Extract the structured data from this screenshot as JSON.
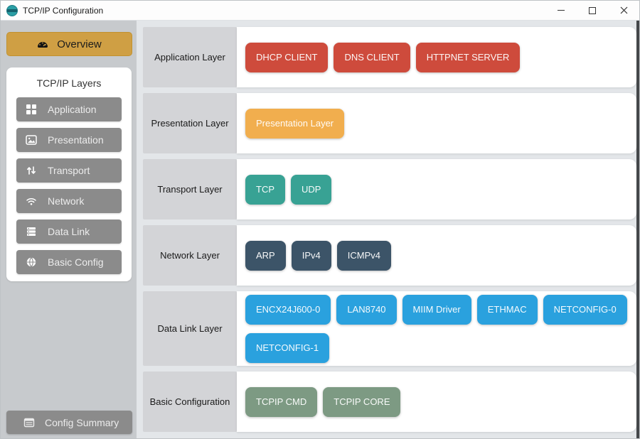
{
  "window": {
    "title": "TCP/IP Configuration",
    "controls": [
      "minimize-icon",
      "maximize-icon",
      "close-icon"
    ]
  },
  "sidebar": {
    "overview_label": "Overview",
    "overview_icon": "tachometer-icon",
    "overview_color": "#cf9f44",
    "layers_title": "TCP/IP Layers",
    "items": [
      {
        "label": "Application",
        "icon": "grid-icon"
      },
      {
        "label": "Presentation",
        "icon": "image-icon"
      },
      {
        "label": "Transport",
        "icon": "arrows-vertical-icon"
      },
      {
        "label": "Network",
        "icon": "wifi-icon"
      },
      {
        "label": "Data Link",
        "icon": "server-icon"
      },
      {
        "label": "Basic Config",
        "icon": "globe-icon"
      }
    ],
    "item_color": "#8b8b8b",
    "config_summary_label": "Config Summary",
    "config_summary_icon": "list-icon"
  },
  "main": {
    "rows": [
      {
        "label": "Application Layer",
        "color": "#ce4b3c",
        "buttons": [
          "DHCP CLIENT",
          "DNS CLIENT",
          "HTTPNET SERVER"
        ]
      },
      {
        "label": "Presentation Layer",
        "color": "#f1ae4e",
        "buttons": [
          "Presentation Layer"
        ]
      },
      {
        "label": "Transport Layer",
        "color": "#38a294",
        "buttons": [
          "TCP",
          "UDP"
        ]
      },
      {
        "label": "Network Layer",
        "color": "#3c5468",
        "buttons": [
          "ARP",
          "IPv4",
          "ICMPv4"
        ]
      },
      {
        "label": "Data Link Layer",
        "color": "#2aa1de",
        "buttons": [
          "ENCX24J600-0",
          "LAN8740",
          "MIIM Driver",
          "ETHMAC",
          "NETCONFIG-0",
          "NETCONFIG-1"
        ]
      },
      {
        "label": "Basic Configuration",
        "color": "#7d9a83",
        "buttons": [
          "TCPIP CMD",
          "TCPIP CORE"
        ]
      }
    ]
  }
}
